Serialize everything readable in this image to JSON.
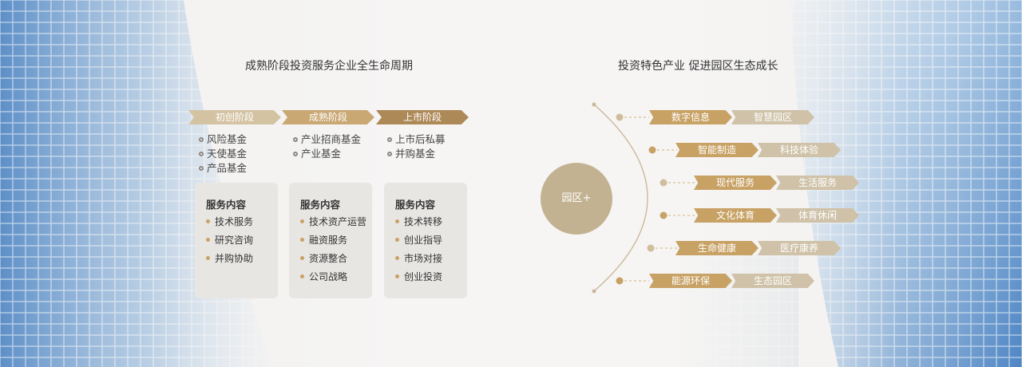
{
  "left": {
    "title": "成熟阶段投资服务企业全生命周期",
    "stages": [
      {
        "label": "初创阶段",
        "color": "#d4c3a3",
        "funds": [
          "风险基金",
          "天使基金",
          "产品基金"
        ]
      },
      {
        "label": "成熟阶段",
        "color": "#c9a874",
        "funds": [
          "产业招商基金",
          "产业基金"
        ]
      },
      {
        "label": "上市阶段",
        "color": "#ae8958",
        "funds": [
          "上市后私募",
          "并购基金"
        ]
      }
    ],
    "cards": [
      {
        "heading": "服务内容",
        "items": [
          "技术服务",
          "研究咨询",
          "并购协助"
        ]
      },
      {
        "heading": "服务内容",
        "items": [
          "技术资产运营",
          "融资服务",
          "资源整合",
          "公司战略"
        ]
      },
      {
        "heading": "服务内容",
        "items": [
          "技术转移",
          "创业指导",
          "市场对接",
          "创业投资"
        ]
      }
    ]
  },
  "right": {
    "title": "投资特色产业  促进园区生态成长",
    "hub": "园区+",
    "rows": [
      {
        "primary": "数字信息",
        "secondary": "智慧园区"
      },
      {
        "primary": "智能制造",
        "secondary": "科技体验"
      },
      {
        "primary": "现代服务",
        "secondary": "生活服务"
      },
      {
        "primary": "文化体育",
        "secondary": "体育休闲"
      },
      {
        "primary": "生命健康",
        "secondary": "医疗康养"
      },
      {
        "primary": "能源环保",
        "secondary": "生态园区"
      }
    ]
  },
  "colors": {
    "gold": "#c8a265",
    "light_gold": "#cfc2a8",
    "hub": "#c3b292",
    "card": "#e8e6e3"
  }
}
